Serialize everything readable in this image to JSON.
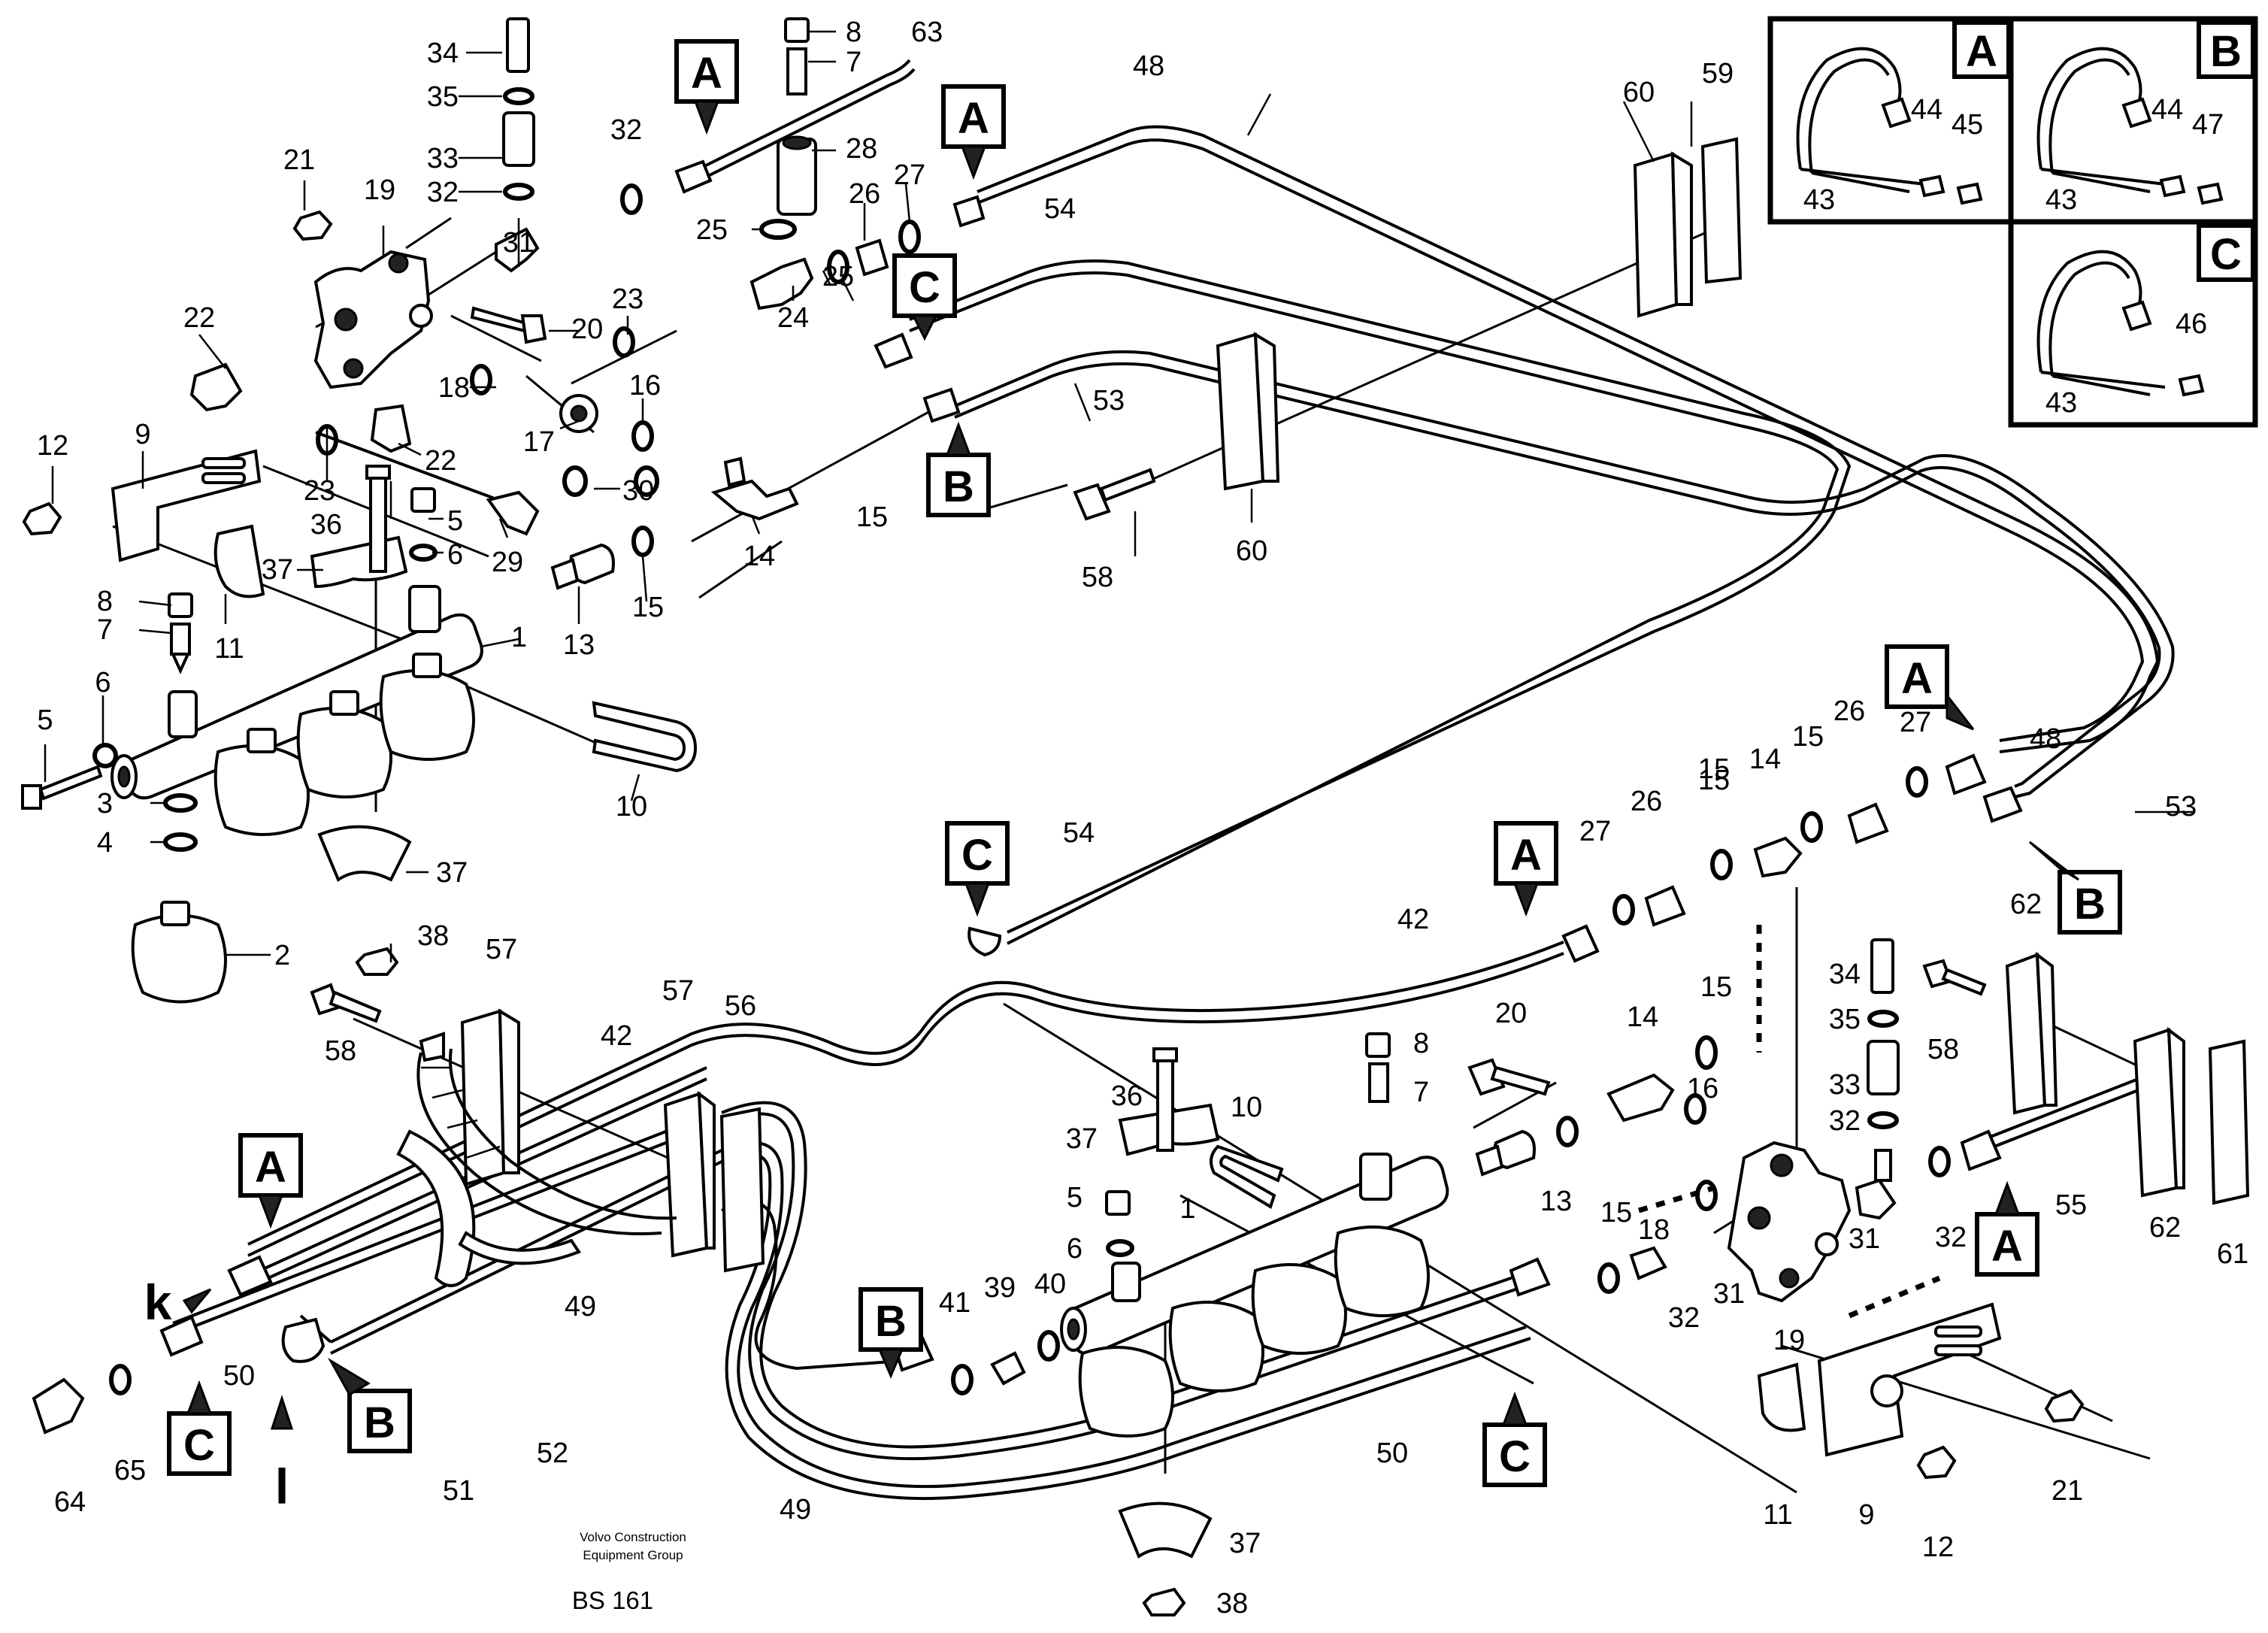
{
  "callouts": {
    "c34a": "34",
    "c8a": "8",
    "c63": "63",
    "c35a": "35",
    "c7a": "7",
    "c48a": "48",
    "c33a": "33",
    "c32a": "32",
    "c32b": "32",
    "c28": "28",
    "c21a": "21",
    "c19a": "19",
    "c31a": "31",
    "c25a": "25",
    "c26a": "26",
    "c27a": "27",
    "c54a": "54",
    "c60a": "60",
    "c59": "59",
    "c20a": "20",
    "c23a": "23",
    "c25b": "25",
    "c24": "24",
    "c22a": "22",
    "c18a": "18",
    "c16a": "16",
    "c17": "17",
    "c22b": "22",
    "c53a": "53",
    "c12a": "12",
    "c9a": "9",
    "c23b": "23",
    "c30": "30",
    "c15a": "15",
    "c36a": "36",
    "c5a": "5",
    "c6a": "6",
    "c29": "29",
    "c14a": "14",
    "c58a": "58",
    "c60b": "60",
    "c37a": "37",
    "c8b": "8",
    "c7b": "7",
    "c11a": "11",
    "c13a": "13",
    "c15b": "15",
    "c1a": "1",
    "c5b": "5",
    "c6b": "6",
    "c3": "3",
    "c4": "4",
    "c10a": "10",
    "c37b": "37",
    "c2": "2",
    "c38a": "38",
    "c48b": "48",
    "c53b": "53",
    "c26b": "26",
    "c15c": "15",
    "c14b": "14",
    "c15d": "15",
    "c27b": "27",
    "c54b": "54",
    "c42a": "42",
    "c57a": "57",
    "c58b": "58",
    "c42b": "42",
    "c57b": "57",
    "c56": "56",
    "c62a": "62",
    "c34b": "34",
    "c58c": "58",
    "c35b": "35",
    "c20b": "20",
    "c15e": "15",
    "c14c": "14",
    "c8c": "8",
    "c7c": "7",
    "c16b": "16",
    "c36b": "36",
    "c10b": "10",
    "c33b": "33",
    "c37c": "37",
    "c32c": "32",
    "c5c": "5",
    "c6c": "6",
    "c13b": "13",
    "c15f": "15",
    "c18b": "18",
    "c55": "55",
    "c1b": "1",
    "c31b": "31",
    "c31c": "31",
    "c32d": "32",
    "c62b": "62",
    "c61": "61",
    "c49a": "49",
    "c32e": "32",
    "c19b": "19",
    "c50a": "50",
    "c52": "52",
    "c41": "41",
    "c39": "39",
    "c40": "40",
    "c64": "64",
    "c65": "65",
    "c51": "51",
    "c49b": "49",
    "c50b": "50",
    "c11b": "11",
    "c9b": "9",
    "c21b": "21",
    "c12b": "12",
    "c37d": "37",
    "c38b": "38",
    "c43a": "43",
    "c44a": "44",
    "c45": "45",
    "c43b": "43",
    "c44b": "44",
    "c47": "47",
    "c43c": "43",
    "c46": "46"
  },
  "section_labels": {
    "A1": "A",
    "A2": "A",
    "A3": "A",
    "A4": "A",
    "A5": "A",
    "A6": "A",
    "B1": "B",
    "B2": "B",
    "B3": "B",
    "B4": "B",
    "C1": "C",
    "C2": "C",
    "C3": "C",
    "C4": "C",
    "kA": "A",
    "kB": "B",
    "kC": "C"
  },
  "pipe_marks": {
    "k": "k",
    "l": "l"
  },
  "footer": {
    "line1": "Volvo Construction",
    "line2": "Equipment Group",
    "code": "BS 161"
  }
}
